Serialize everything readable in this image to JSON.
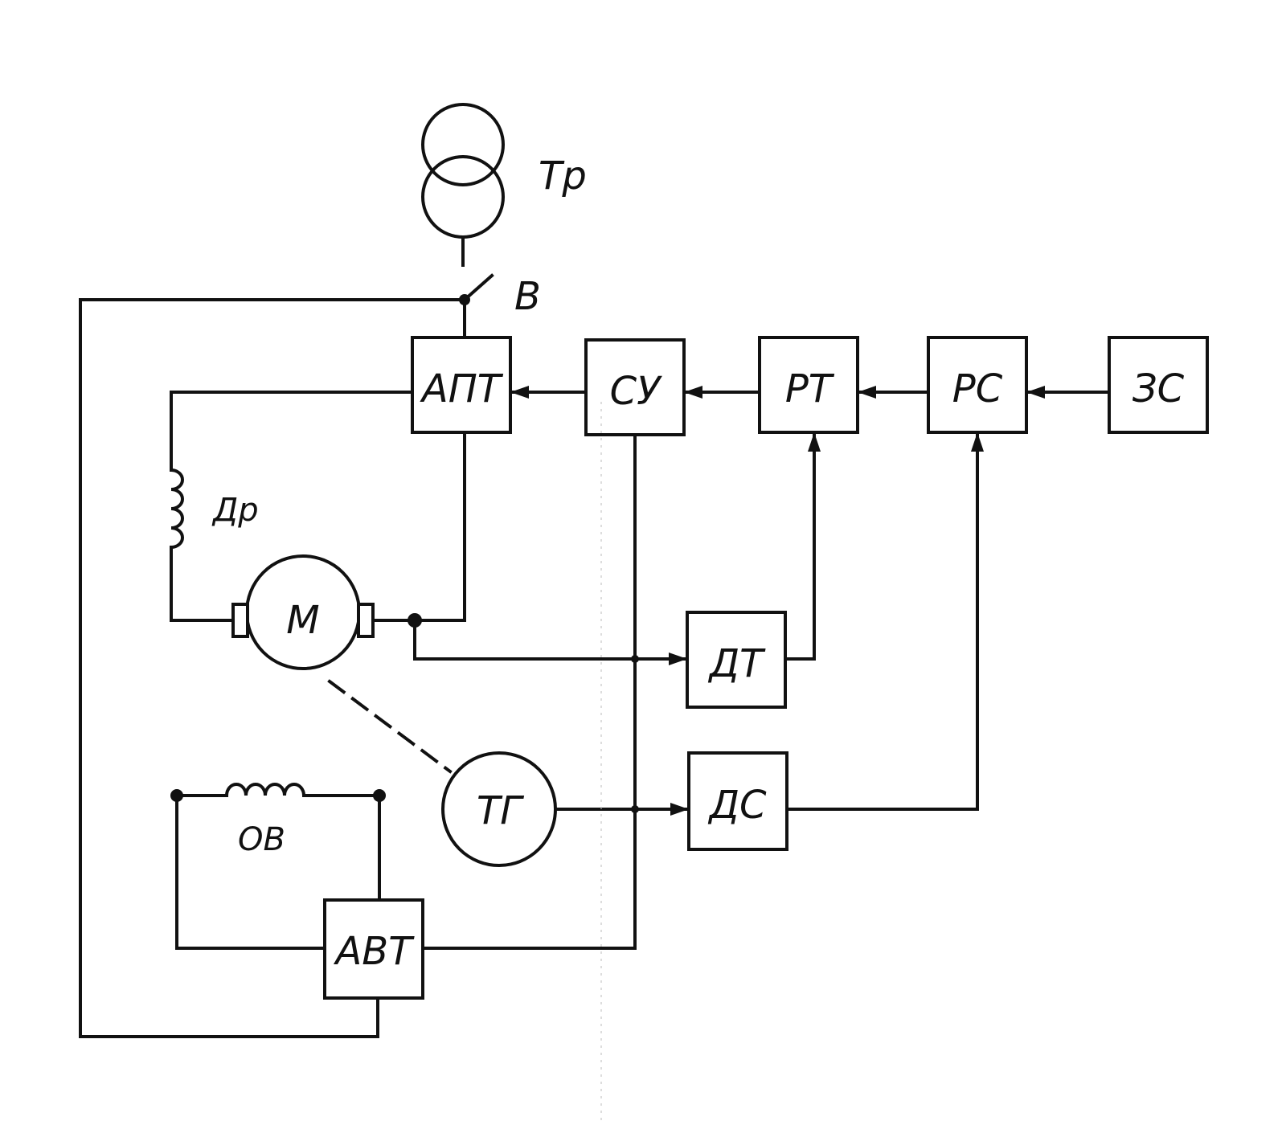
{
  "diagram": {
    "labels": {
      "transformer": "Тр",
      "switch": "В",
      "converter_armature": "АПТ",
      "control_system": "СУ",
      "current_regulator": "РТ",
      "speed_regulator": "РС",
      "speed_setter": "ЗС",
      "choke": "Др",
      "motor": "М",
      "current_sensor": "ДТ",
      "tachogenerator": "ТГ",
      "speed_sensor": "ДС",
      "field_winding": "ОВ",
      "converter_field": "АВТ"
    }
  }
}
